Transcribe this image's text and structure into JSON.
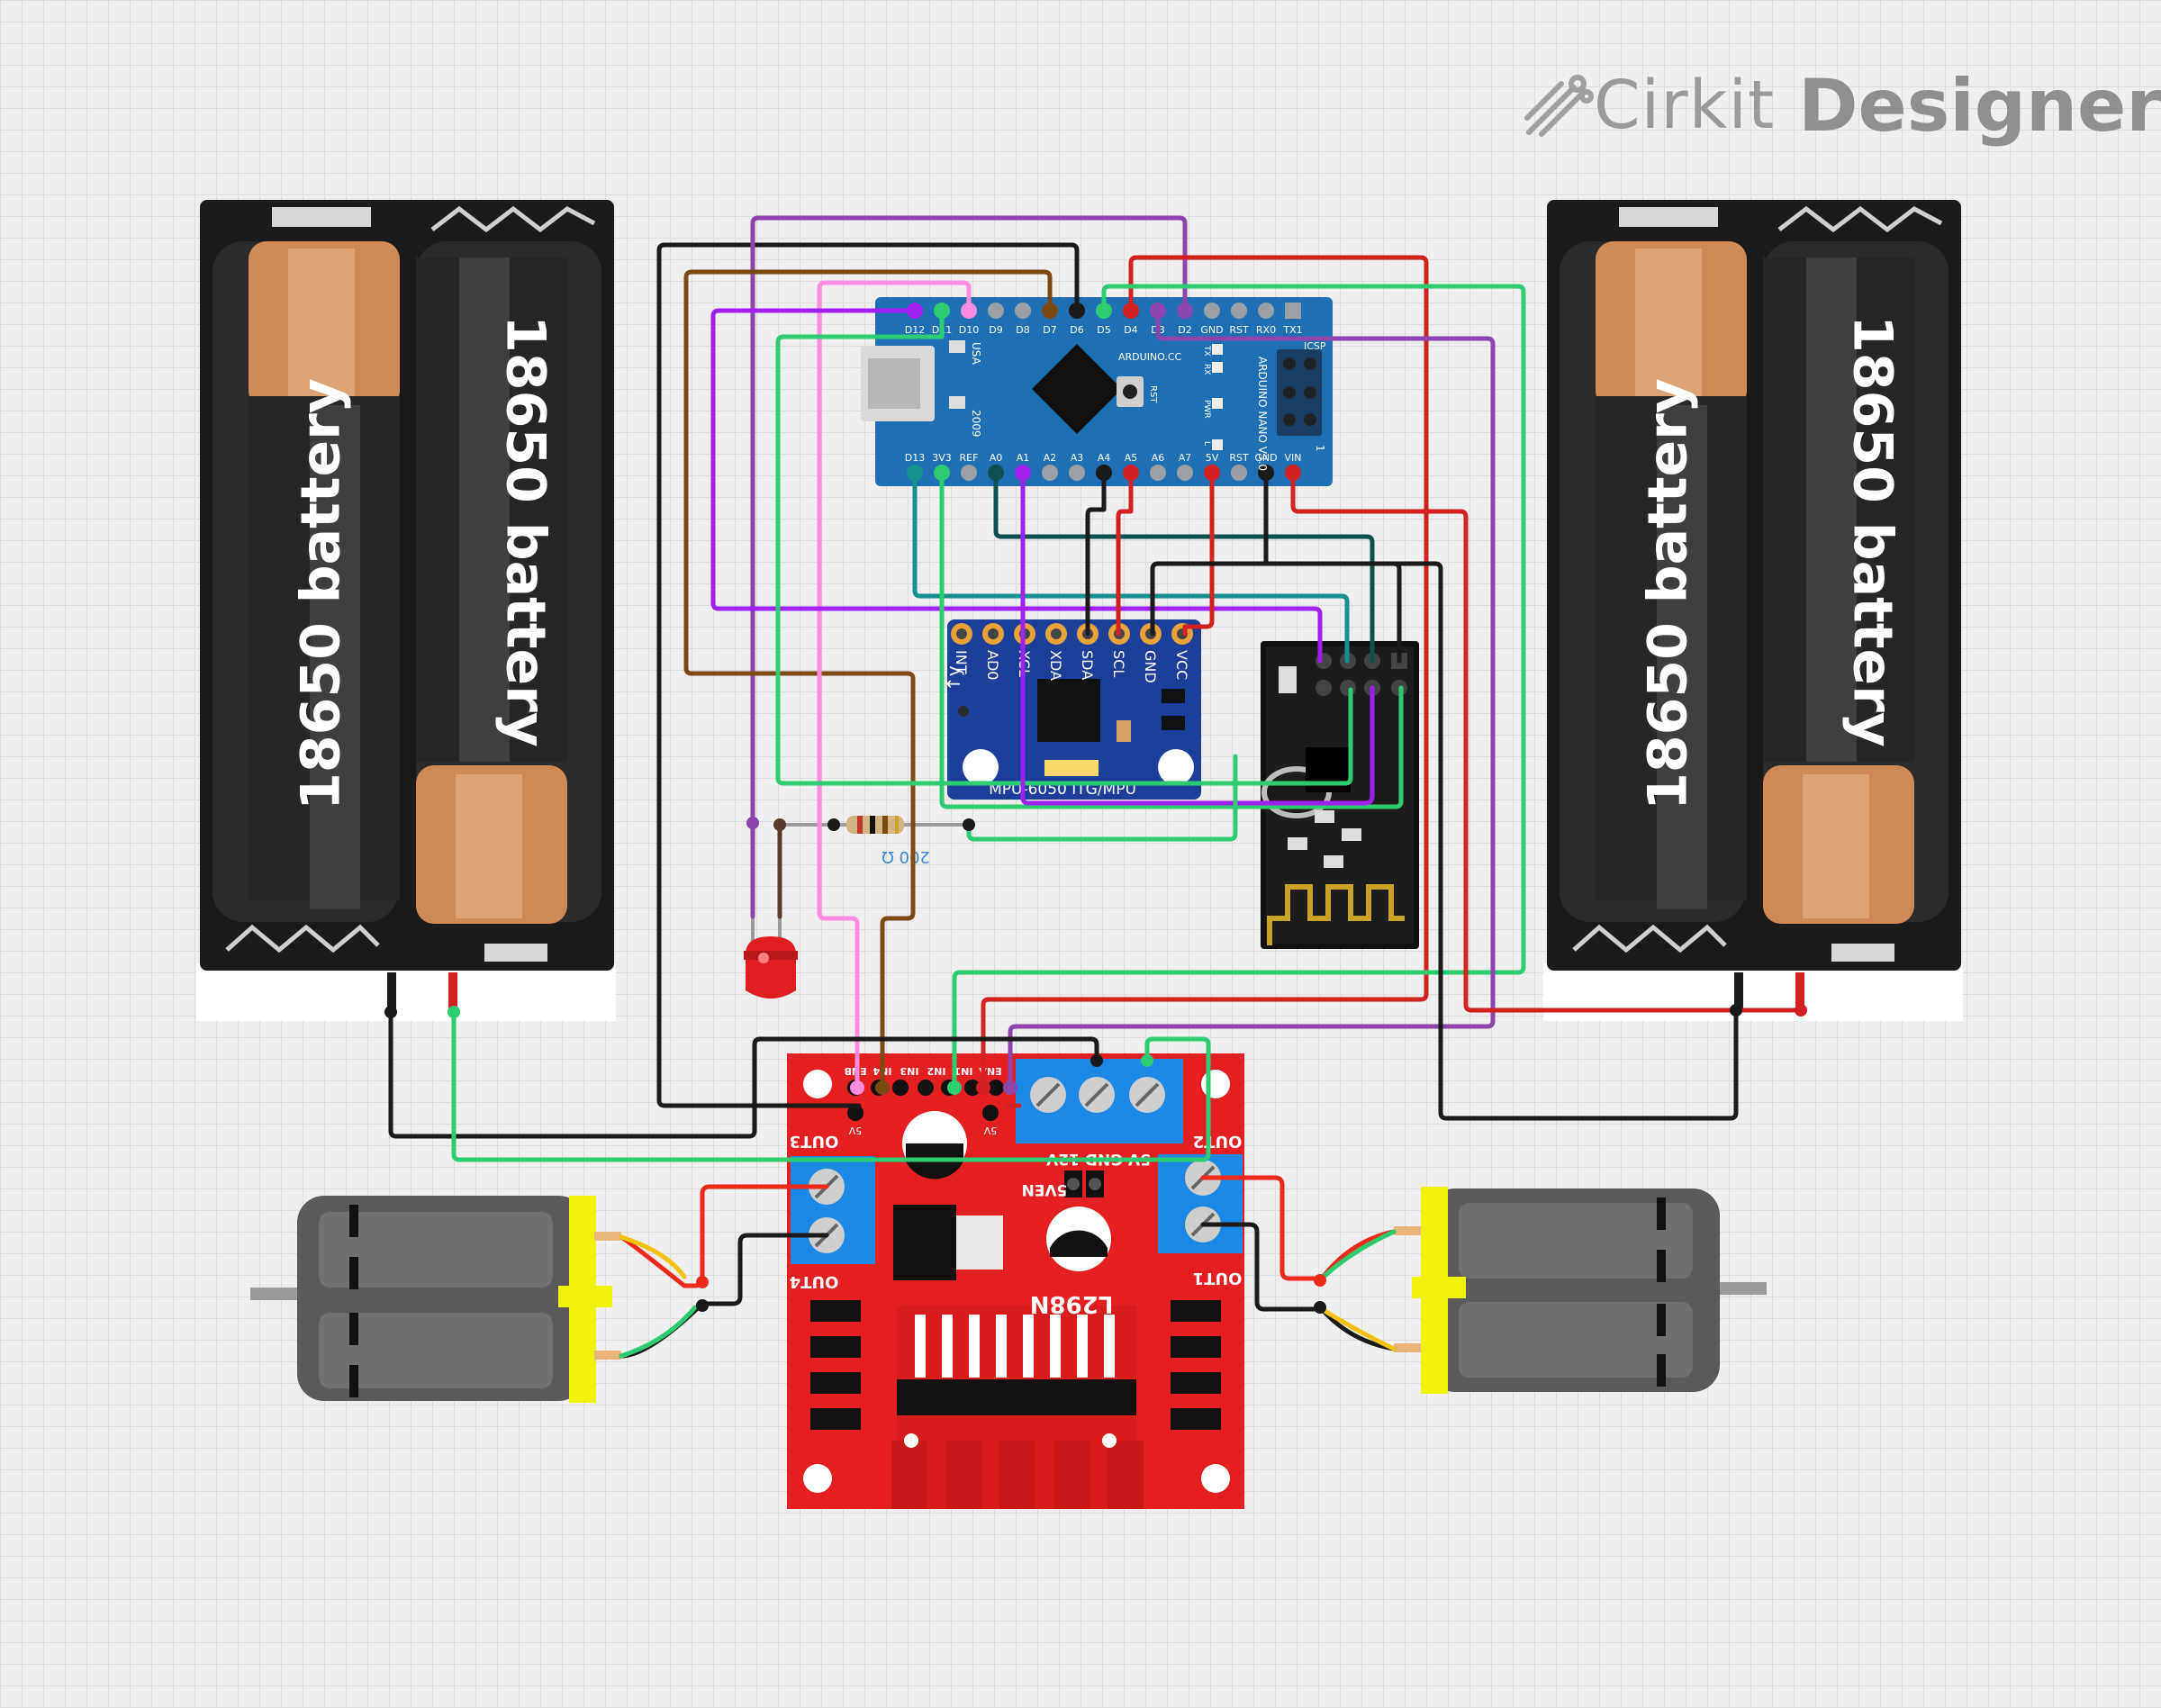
{
  "brand": {
    "name": "Cirkit",
    "product": "Designer"
  },
  "battery_left": {
    "cell_a_label": "18650 battery",
    "cell_b_label": "18650 battery"
  },
  "battery_right": {
    "cell_a_label": "18650 battery",
    "cell_b_label": "18650 battery"
  },
  "arduino": {
    "top_pins": [
      "D12",
      "D11",
      "D10",
      "D9",
      "D8",
      "D7",
      "D6",
      "D5",
      "D4",
      "D3",
      "D2",
      "GND",
      "RST",
      "RX0",
      "TX1"
    ],
    "bottom_pins": [
      "D13",
      "3V3",
      "REF",
      "A0",
      "A1",
      "A2",
      "A3",
      "A4",
      "A5",
      "A6",
      "A7",
      "5V",
      "RST",
      "GND",
      "VIN"
    ],
    "usa": "USA",
    "year": "2009",
    "site": "ARDUINO.CC",
    "model": "ARDUINO NANO V3.0",
    "icsp": "ICSP",
    "rst": "RST",
    "led_tx": "TX",
    "led_rx": "RX",
    "led_pwr": "PWR",
    "led_l": "L",
    "pin1": "1"
  },
  "mpu": {
    "pins": [
      "INT",
      "AD0",
      "XCL",
      "XDA",
      "SDA",
      "SCL",
      "GND",
      "VCC"
    ],
    "label": "MPU-6050 ITG/MPU"
  },
  "resistor": {
    "label": "200 Ω"
  },
  "driver": {
    "top_labels": [
      "ENB",
      "IN4",
      "IN3",
      "IN2",
      "IN1",
      "ENA"
    ],
    "out1": "OUT1",
    "out2": "OUT2",
    "out3": "OUT3",
    "out4": "OUT4",
    "power_labels": "5V  GND  12V",
    "fiveven": "5VEN",
    "chip": "L298N",
    "small5v": "5V"
  },
  "colors": {
    "wire_black": "#1a1a1a",
    "wire_red": "#d32121",
    "wire_green": "#2ecc71",
    "wire_purple": "#8e44ad",
    "wire_violet": "#a020f0",
    "wire_pink": "#ff8ce0",
    "wire_brown": "#7b4a12",
    "wire_teal": "#17918f",
    "wire_dark_teal": "#0e4f4f",
    "wire_yellow": "#f4c20d",
    "driver_red": "#e41f1f",
    "arduino_blue": "#1f6fb5",
    "mpu_blue": "#1c3f99",
    "terminal_blue": "#1e88e5",
    "motor_yellow": "#f1f20a"
  }
}
